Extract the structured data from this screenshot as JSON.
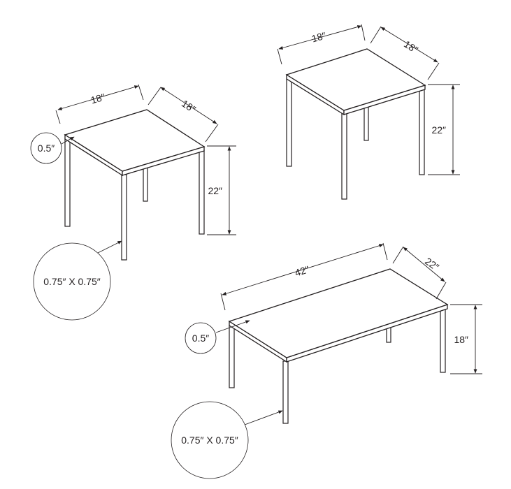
{
  "tables": [
    {
      "name": "end-table-left",
      "width": "18″",
      "depth": "18″",
      "height": "22″",
      "top_thickness": "0.5″",
      "leg_size": "0.75″ X 0.75″"
    },
    {
      "name": "end-table-right",
      "width": "18″",
      "depth": "18″",
      "height": "22″"
    },
    {
      "name": "coffee-table",
      "width": "42″",
      "depth": "22″",
      "height": "18″",
      "top_thickness": "0.5″",
      "leg_size": "0.75″ X 0.75″"
    }
  ],
  "colors": {
    "line": "#231f20",
    "background": "#ffffff"
  }
}
